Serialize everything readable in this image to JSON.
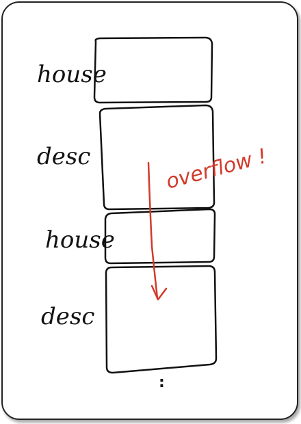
{
  "labels": {
    "row1": "house",
    "row2": "desc",
    "row3": "house",
    "row4": "desc"
  },
  "annotation": "overflow !",
  "continuation": ":",
  "colors": {
    "ink": "#111111",
    "annotation": "#d13a2a"
  }
}
